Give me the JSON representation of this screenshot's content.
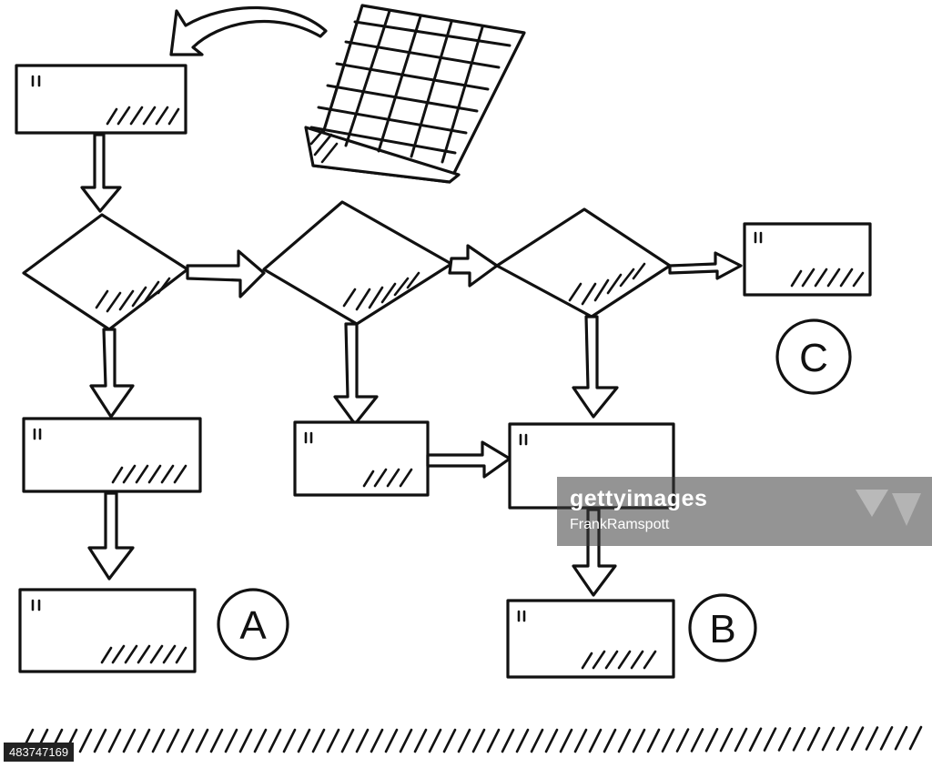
{
  "labels": {
    "a": "A",
    "b": "B",
    "c": "C"
  },
  "watermark": {
    "brand": "gettyimages",
    "credit": "FrankRamspott",
    "image_id": "483747169"
  },
  "colors": {
    "ink": "#111111",
    "paper": "#ffffff",
    "watermark_band": "#3c3c3c"
  }
}
